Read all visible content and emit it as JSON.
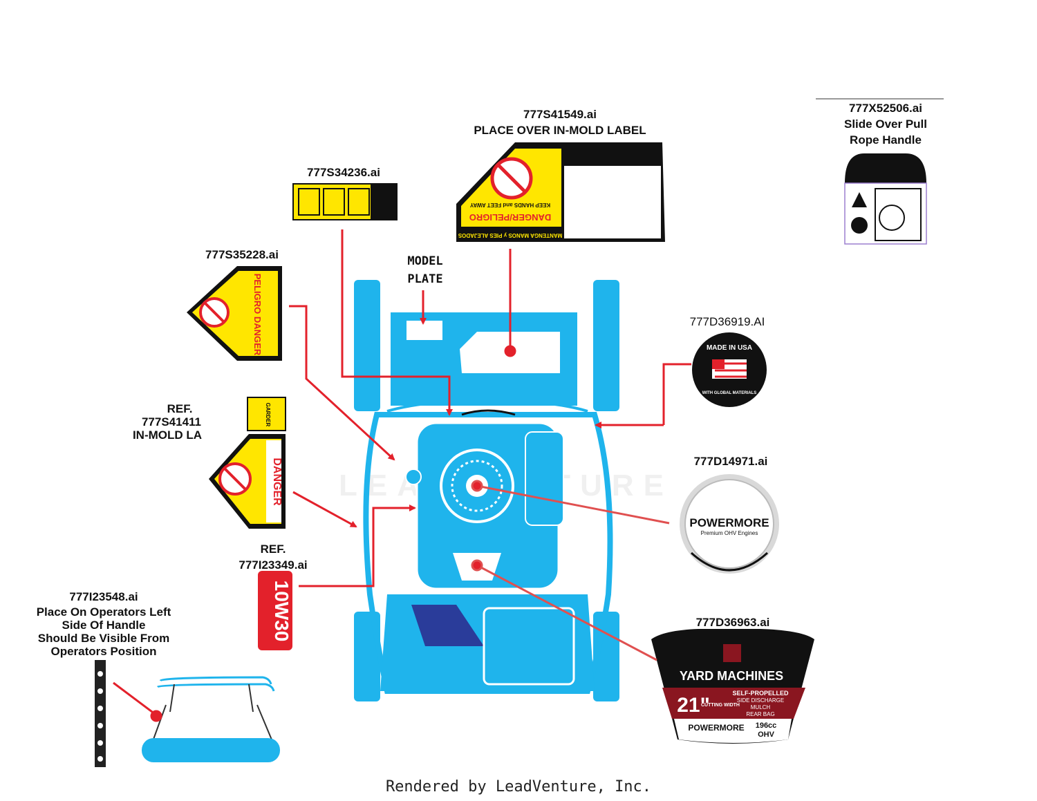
{
  "labels": {
    "l1_name": "777S41549.ai",
    "l1_note": "PLACE OVER IN-MOLD LABEL",
    "l2_name": "777S34236.ai",
    "l3_name": "777X52506.ai",
    "l3_note1": "Slide Over Pull",
    "l3_note2": "Rope Handle",
    "l4_name": "777S35228.ai",
    "l5_name": "777D36919.AI",
    "l6_ref": "REF.",
    "l6_name": "777S41411",
    "l6_note": "IN-MOLD LA",
    "l7_name": "777D14971.ai",
    "l8_ref": "REF.",
    "l8_name": "777I23349.ai",
    "l9_name": "777I23548.ai",
    "l9_note1": "Place On Operators Left",
    "l9_note2": "Side Of Handle",
    "l9_note3": "Should Be Visible From",
    "l9_note4": "Operators Position",
    "l10_name": "777D36963.ai",
    "model_plate_1": "MODEL",
    "model_plate_2": "PLATE"
  },
  "decals": {
    "danger_peligro": "DANGER/PELIGRO",
    "keep_hands": "KEEP HANDS and FEET AWAY",
    "mantenga": "MANTENGA MANOS y PIES ALEJADOS",
    "peligro_danger": "PELIGRO DANGER",
    "danger": "DANGER",
    "garder": "GARDER",
    "made_in_usa": "MADE IN USA",
    "global_materials": "WITH GLOBAL MATERIALS",
    "powermore": "POWERMORE",
    "premium_ohv": "Premium OHV Engines",
    "oil": "10W30",
    "yard_machines": "YARD MACHINES",
    "size": "21\"",
    "cutting_width": "CUTTING WIDTH",
    "self_propelled": "SELF-PROPELLED",
    "side_discharge": "SIDE DISCHARGE",
    "mulch": "MULCH",
    "rear_bag": "REAR BAG",
    "engine_cc": "196cc",
    "engine_type": "OHV"
  },
  "colors": {
    "mower_blue": "#1fb4ec",
    "mower_dark": "#2a3c9a",
    "arrow_red": "#e3212b",
    "decal_yellow": "#ffe600"
  },
  "footer": "Rendered by LeadVenture, Inc.",
  "watermark": "LEADVENTURE"
}
